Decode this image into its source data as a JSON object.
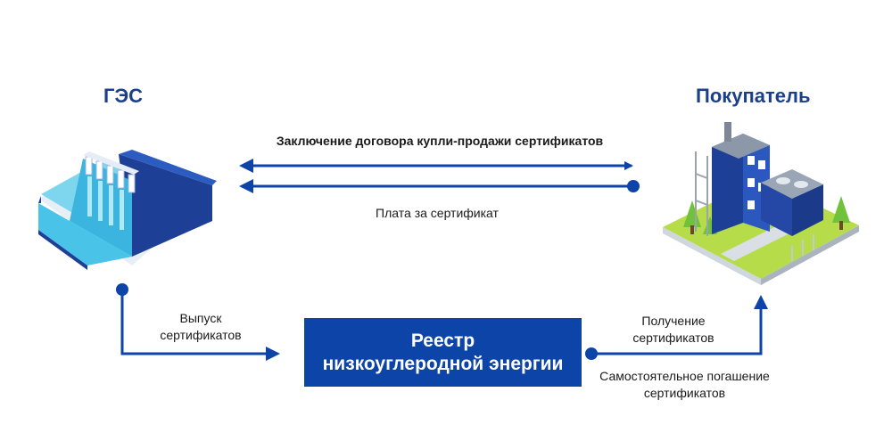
{
  "nodes": {
    "ges_title": "ГЭС",
    "buyer_title": "Покупатель",
    "registry_line1": "Реестр",
    "registry_line2": "низкоуглеродной энергии"
  },
  "edges": {
    "contract": "Заключение договора купли-продажи сертификатов",
    "payment": "Плата за сертификат",
    "issue_line1": "Выпуск",
    "issue_line2": "сертификатов",
    "receive_line1": "Получение",
    "receive_line2": "сертификатов",
    "redeem_line1": "Самостоятельное погашение",
    "redeem_line2": "сертификатов"
  },
  "icons": {
    "ges": "hydro-dam-icon",
    "buyer": "factory-building-icon"
  },
  "colors": {
    "primary": "#0d44a8",
    "title": "#1c3f8c",
    "water": "#5cc9e6",
    "grass": "#9acd32"
  }
}
